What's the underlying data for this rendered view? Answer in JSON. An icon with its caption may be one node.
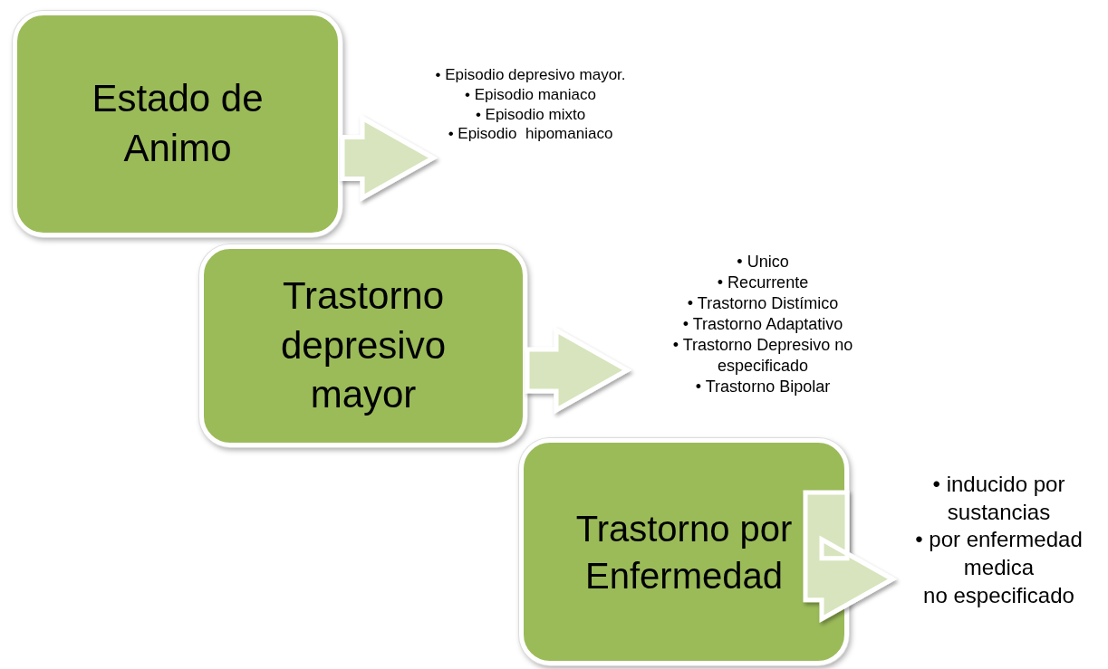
{
  "diagram": {
    "nodes": [
      {
        "text": [
          "Estado de Animo"
        ]
      },
      {
        "text": [
          "• Episodio depresivo mayor.",
          "• Episodio maniaco",
          "• Episodio mixto",
          "• Episodio  hipomaniaco"
        ]
      },
      {
        "text": [
          "Trastorno depresivo mayor"
        ]
      },
      {
        "text": [
          "• Unico",
          "• Recurrente",
          "• Trastorno Distímico",
          "• Trastorno Adaptativo",
          "• Trastorno Depresivo no especificado",
          "• Trastorno Bipolar"
        ]
      },
      {
        "text": [
          "Trastorno por Enfermedad"
        ]
      },
      {
        "text": [
          "• inducido por sustancias",
          "• por enfermedad medica",
          "no especificado"
        ]
      }
    ],
    "edges": [
      {
        "from": 0,
        "to": 1,
        "arrow": "to"
      },
      {
        "from": 2,
        "to": 3,
        "arrow": "to"
      },
      {
        "from": 4,
        "to": 5,
        "arrow": "to"
      }
    ]
  }
}
